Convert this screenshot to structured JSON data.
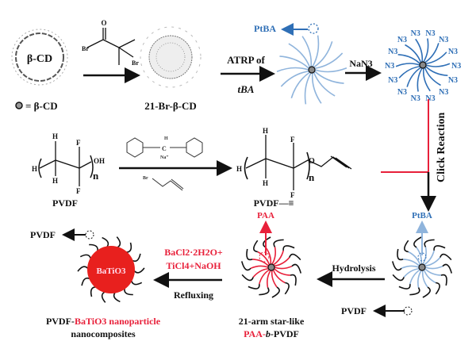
{
  "colors": {
    "black": "#111111",
    "red": "#e8203a",
    "blue": "#2f6fb6",
    "lightblue": "#8fb4dc",
    "grey": "#888888"
  },
  "top_row": {
    "beta_cd_label": "β-CD",
    "legend": "= β-CD",
    "initiator_atoms": {
      "o": "O",
      "br1": "Br",
      "br2": "Br"
    },
    "product_label": "21-Br-β-CD",
    "atrp_label_1": "ATRP of",
    "atrp_label_2": "tBA",
    "ptba_label": "PtBA",
    "nan3_label": "NaN3",
    "n3": "N3"
  },
  "middle_row": {
    "pvdf_atoms": {
      "h": "H",
      "f": "F",
      "oh": "OH",
      "n": "n",
      "o": "O"
    },
    "pvdf_label": "PVDF",
    "reagent_atoms": {
      "c": "C",
      "h": "H",
      "na": "Na⁺",
      "br": "Br"
    },
    "product_label": "PVDF—≡",
    "click_label": "Click Reaction"
  },
  "bottom_row": {
    "ptba_label": "PtBA",
    "pvdf_arrow_label": "PVDF",
    "hydrolysis_label": "Hydrolysis",
    "paa_label": "PAA",
    "star_caption_1": "21-arm star-like",
    "star_caption_2_red": "PAA-",
    "star_caption_2_b": "b",
    "star_caption_2_black": "-PVDF",
    "reagents_1": "BaCl2·2H2O+",
    "reagents_2": "TiCl4+NaOH",
    "refluxing_label": "Refluxing",
    "batio3_label": "BaTiO3",
    "pvdf_left_label": "PVDF",
    "caption_1_black": "PVDF-",
    "caption_1_red": "BaTiO3 nanoparticle",
    "caption_2": "nanocomposites"
  }
}
